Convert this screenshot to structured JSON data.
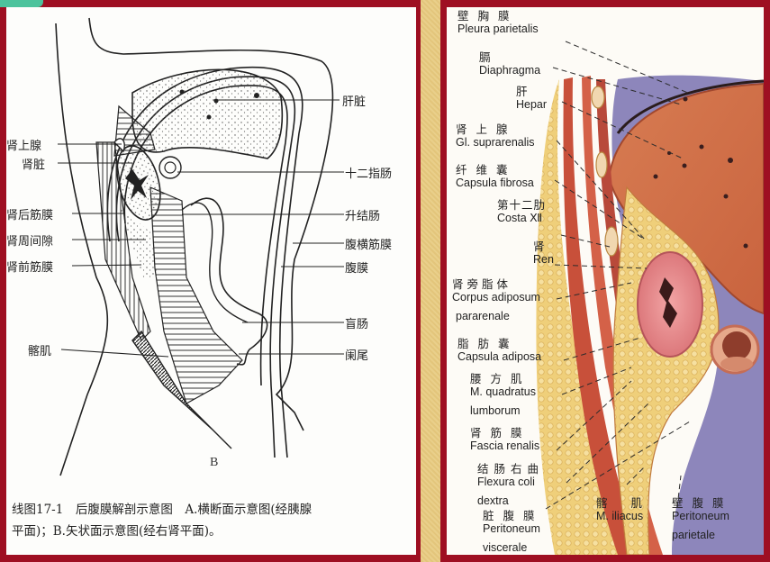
{
  "left_page": {
    "figure_letter": "B",
    "labels_left": [
      {
        "text": "肾上腺"
      },
      {
        "text": "肾脏"
      },
      {
        "text": "肾后筋膜"
      },
      {
        "text": "肾周间隙"
      },
      {
        "text": "肾前筋膜"
      },
      {
        "text": "髂肌"
      }
    ],
    "labels_right": [
      {
        "text": "肝脏"
      },
      {
        "text": "十二指肠"
      },
      {
        "text": "升结肠"
      },
      {
        "text": "腹横筋膜"
      },
      {
        "text": "腹膜"
      },
      {
        "text": "盲肠"
      },
      {
        "text": "阑尾"
      }
    ],
    "caption": {
      "line1": "线图17-1　后腹膜解剖示意图　A.横断面示意图(经胰腺",
      "line2": "平面)；B.矢状面示意图(经右肾平面)。"
    }
  },
  "right_page": {
    "labels": [
      {
        "cn": "壁胸膜",
        "en": "Pleura parietalis"
      },
      {
        "cn": "膈",
        "en": "Diaphragma"
      },
      {
        "cn": "肝",
        "en": "Hepar"
      },
      {
        "cn": "肾上腺",
        "en": "Gl. suprarenalis"
      },
      {
        "cn": "纤维囊",
        "en": "Capsula fibrosa"
      },
      {
        "cn": "第十二肋",
        "en": "Costa Ⅻ"
      },
      {
        "cn": "肾",
        "en": "Ren"
      },
      {
        "cn": "肾旁脂体",
        "en": "Corpus adiposum",
        "en2": "pararenale"
      },
      {
        "cn": "脂肪囊",
        "en": "Capsula adiposa"
      },
      {
        "cn": "腰方肌",
        "en": "M. quadratus",
        "en2": "lumborum"
      },
      {
        "cn": "肾筋膜",
        "en": "Fascia renalis"
      },
      {
        "cn": "结肠右曲",
        "en": "Flexura coli",
        "en2": "dextra"
      },
      {
        "cn": "脏腹膜",
        "en": "Peritoneum",
        "en2": "viscerale"
      },
      {
        "cn": "髂肌",
        "en": "M. iliacus"
      },
      {
        "cn": "壁腹膜",
        "en": "Peritoneum",
        "en2": "parietale"
      }
    ]
  },
  "colors": {
    "frame": "#9e0f22",
    "spine": "#e6c982",
    "tag": "#4cc39c",
    "muscle": "#c8503a",
    "fat": "#efcf7a",
    "liver": "#cf6a45",
    "kidney": "#e7838a",
    "peritoneum": "#8a84b8"
  }
}
